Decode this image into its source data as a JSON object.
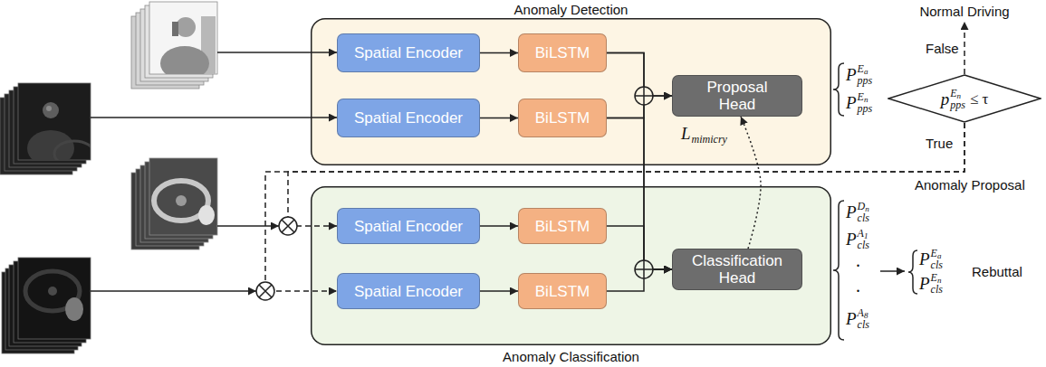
{
  "diagram": {
    "nodes": [
      {
        "text": [
          "Anomaly Detection"
        ]
      },
      {
        "text": [
          "Spatial Encoder"
        ],
        "in": 0
      },
      {
        "text": [
          "BiLSTM"
        ],
        "in": 0
      },
      {
        "text": [
          "Spatial Encoder"
        ],
        "in": 0
      },
      {
        "text": [
          "BiLSTM"
        ],
        "in": 0
      },
      {
        "text": [
          "Proposal Head"
        ],
        "in": 0
      },
      {
        "text": [
          "p",
          "pps",
          "E",
          "n",
          "≤ τ"
        ]
      },
      {
        "text": [
          "Anomaly Classification"
        ]
      },
      {
        "text": [
          "Spatial Encoder"
        ],
        "in": 7
      },
      {
        "text": [
          "BiLSTM"
        ],
        "in": 7
      },
      {
        "text": [
          "Spatial Encoder"
        ],
        "in": 7
      },
      {
        "text": [
          "BiLSTM"
        ],
        "in": 7
      },
      {
        "text": [
          "Classification Head"
        ],
        "in": 7
      }
    ],
    "edges": [
      {
        "from": 1,
        "to": 2,
        "arrow": "to"
      },
      {
        "from": 3,
        "to": 4,
        "arrow": "to"
      },
      {
        "from": 2,
        "to": 5,
        "arrow": "to"
      },
      {
        "from": 4,
        "to": 5,
        "arrow": "to"
      },
      {
        "from": 2,
        "to": 12,
        "arrow": "to"
      },
      {
        "from": 4,
        "to": 12,
        "arrow": "to"
      },
      {
        "from": 8,
        "to": 9,
        "arrow": "to"
      },
      {
        "from": 10,
        "to": 11,
        "arrow": "to"
      },
      {
        "from": 9,
        "to": 12,
        "arrow": "to"
      },
      {
        "from": 11,
        "to": 12,
        "arrow": "to"
      },
      {
        "from": 6,
        "to": 8,
        "arrow": "to"
      },
      {
        "from": 6,
        "to": 10,
        "arrow": "to"
      },
      {
        "from": 12,
        "to": 5,
        "arrow": "to"
      }
    ],
    "labels": [
      "Normal Driving",
      "False",
      "True",
      "Anomaly Proposal",
      "Rebuttal",
      "L",
      "mimicry",
      "P",
      "pps",
      "E",
      "a",
      "P",
      "pps",
      "E",
      "n",
      "P",
      "cls",
      "D",
      "n",
      "P",
      "cls",
      "A",
      "1",
      ".",
      ".",
      "P",
      "cls",
      "A",
      "8",
      "P",
      "cls",
      "E",
      "a",
      "P",
      "cls",
      "E",
      "n"
    ]
  }
}
